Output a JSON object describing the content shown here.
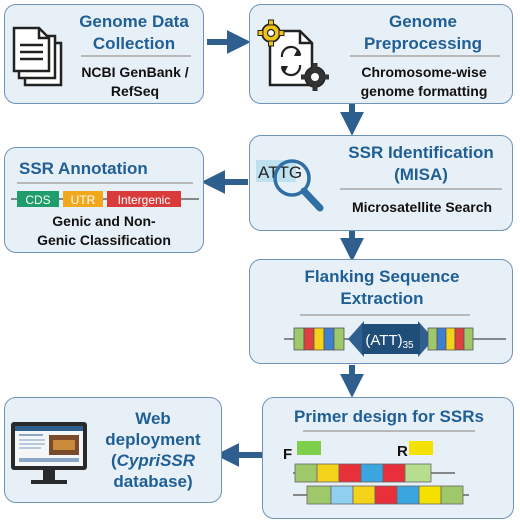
{
  "collection": {
    "title_line1": "Genome Data",
    "title_line2": "Collection",
    "sub_line1": "NCBI GenBank /",
    "sub_line2": "RefSeq"
  },
  "preprocessing": {
    "title_line1": "Genome",
    "title_line2": "Preprocessing",
    "sub_line1": "Chromosome-wise",
    "sub_line2": "genome formatting"
  },
  "identification": {
    "title_line1": "SSR Identification",
    "title_line2": "(MISA)",
    "motif": "ATTG",
    "sub": "Microsatellite Search"
  },
  "annotation": {
    "title": "SSR Annotation",
    "features": [
      "CDS",
      "UTR",
      "Intergenic"
    ],
    "sub_line1": "Genic and Non-",
    "sub_line2": "Genic Classification"
  },
  "flanking": {
    "title_line1": "Flanking Sequence",
    "title_line2": "Extraction",
    "repeat_label": "(ATT)",
    "repeat_count": "35"
  },
  "primer": {
    "title": "Primer design for SSRs",
    "forward_label": "F",
    "reverse_label": "R"
  },
  "deployment": {
    "title_line1": "Web",
    "title_line2": "deployment",
    "title_line3_italic": "CypriSSR",
    "title_line3_open": "(",
    "title_line4": "database)"
  },
  "colors": {
    "box_fill": "#e8f0f7",
    "box_border": "#6f94ba",
    "title": "#1f5f96",
    "arrow": "#2f5f8f",
    "cds": "#1f9e6b",
    "utr": "#f2a81d",
    "intergenic": "#d93b3b",
    "primer_green": "#7ed04a",
    "primer_yellow": "#f5e100"
  },
  "icons": [
    "document-stack-icon",
    "gear-document-icon",
    "magnifier-icon",
    "monitor-icon"
  ]
}
